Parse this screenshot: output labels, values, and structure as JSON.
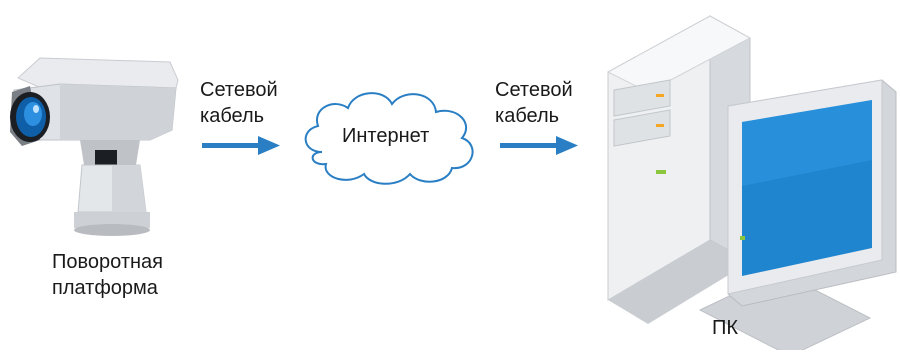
{
  "diagram": {
    "camera": {
      "label_line1": "Поворотная",
      "label_line2": "платформа",
      "icon": "ptz-camera-icon"
    },
    "link1": {
      "label_line1": "Сетевой",
      "label_line2": "кабель"
    },
    "internet": {
      "label": "Интернет",
      "icon": "cloud-icon"
    },
    "link2": {
      "label_line1": "Сетевой",
      "label_line2": "кабель"
    },
    "pc": {
      "label": "ПК",
      "icon": "desktop-computer-icon"
    },
    "colors": {
      "arrow": "#2a7fc4",
      "screen": "#1f85cf",
      "accent_orange": "#f5a623",
      "accent_green": "#8cc63f"
    }
  }
}
